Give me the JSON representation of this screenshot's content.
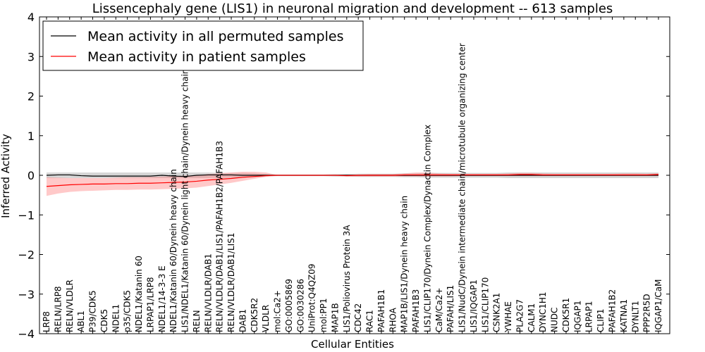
{
  "chart_data": {
    "type": "line",
    "title": "Lissencephaly gene (LIS1) in neuronal migration and development -- 613 samples",
    "xlabel": "Cellular Entities",
    "ylabel": "Inferred Activity",
    "ylim": [
      -4,
      4
    ],
    "yticks": [
      "−4",
      "−3",
      "−2",
      "−1",
      "0",
      "1",
      "2",
      "3",
      "4"
    ],
    "grid": false,
    "legend_position": "upper-left",
    "categories": [
      "LRP8",
      "RELN/LRP8",
      "RELN/VLDLR",
      "ABL1",
      "P39/CDK5",
      "CDK5",
      "NDEL1",
      "p35/CDK5",
      "NDEL1/Katanin 60",
      "LRPAP1/LRP8",
      "NDEL1/14-3-3 E",
      "NDEL1/Katanin 60/Dynein heavy chain",
      "LIS1/NDEL1/Katanin 60/Dynein light chain/Dynein heavy chain",
      "RELN",
      "RELN/VLDLR/DAB1",
      "RELN/VLDLR/DAB1/LIS1/PAFAH1B2/PAFAH1B3",
      "RELN/VLDLR/DAB1/LIS1",
      "DAB1",
      "CDK5R2",
      "VLDLR",
      "mol:Ca2+",
      "GO:0005869",
      "GO:0030286",
      "UniProt:Q4QZ09",
      "mol:PP1",
      "MAP1B",
      "LIS1/Poliovirus Protein 3A",
      "CDC42",
      "RAC1",
      "PAFAH1B1",
      "RHOA",
      "MAP1B/LIS1/Dynein heavy chain",
      "PAFAH1B3",
      "LIS1/CLIP170/Dynein Complex/Dynactin Complex",
      "CaM/Ca2+",
      "PAFAH/LIS1",
      "LIS1/NudC/Dynein intermediate chain/microtubule organizing center",
      "LIS1/IQGAP1",
      "LIS1/CLIP170",
      "CSNK2A1",
      "YWHAE",
      "PLA2G7",
      "CALM1",
      "DYNC1H1",
      "NUDC",
      "CDK5R1",
      "IQGAP1",
      "LRPAP1",
      "CLIP1",
      "PAFAH1B2",
      "KATNA1",
      "DYNLT1",
      "PPP2R5D",
      "IQGAP1/CaM"
    ],
    "series": [
      {
        "name": "Mean activity in all permuted samples",
        "color": "#000000",
        "band_color": "#999999",
        "values": [
          0.0,
          0.01,
          0.01,
          -0.01,
          -0.02,
          -0.02,
          -0.02,
          -0.02,
          -0.02,
          -0.02,
          0.0,
          -0.02,
          -0.03,
          0.0,
          0.01,
          0.01,
          0.01,
          0.0,
          0.0,
          0.0,
          0.0,
          0.0,
          0.0,
          0.0,
          0.0,
          0.0,
          0.0,
          0.0,
          0.0,
          0.0,
          0.0,
          0.0,
          0.0,
          0.0,
          0.0,
          0.0,
          0.0,
          0.0,
          0.0,
          0.0,
          0.0,
          0.0,
          0.0,
          0.0,
          0.0,
          0.0,
          0.0,
          0.0,
          0.0,
          0.0,
          0.0,
          0.0,
          0.0,
          0.0
        ],
        "band_lower": [
          -0.07,
          -0.07,
          -0.07,
          -0.07,
          -0.07,
          -0.07,
          -0.07,
          -0.07,
          -0.07,
          -0.07,
          -0.07,
          -0.07,
          -0.07,
          -0.07,
          -0.07,
          -0.06,
          -0.06,
          -0.06,
          -0.05,
          -0.03,
          -0.02,
          -0.02,
          -0.02,
          -0.02,
          -0.02,
          -0.03,
          -0.03,
          -0.04,
          -0.04,
          -0.04,
          -0.04,
          -0.05,
          -0.05,
          -0.06,
          -0.06,
          -0.06,
          -0.06,
          -0.06,
          -0.06,
          -0.06,
          -0.07,
          -0.07,
          -0.07,
          -0.07,
          -0.07,
          -0.07,
          -0.07,
          -0.07,
          -0.07,
          -0.07,
          -0.07,
          -0.07,
          -0.07,
          -0.07
        ],
        "band_upper": [
          0.07,
          0.07,
          0.07,
          0.07,
          0.07,
          0.07,
          0.07,
          0.07,
          0.07,
          0.07,
          0.07,
          0.07,
          0.07,
          0.07,
          0.07,
          0.06,
          0.06,
          0.06,
          0.05,
          0.03,
          0.02,
          0.02,
          0.02,
          0.02,
          0.02,
          0.03,
          0.03,
          0.04,
          0.04,
          0.04,
          0.04,
          0.05,
          0.05,
          0.06,
          0.06,
          0.06,
          0.06,
          0.06,
          0.06,
          0.06,
          0.07,
          0.07,
          0.07,
          0.07,
          0.07,
          0.07,
          0.07,
          0.07,
          0.07,
          0.07,
          0.07,
          0.07,
          0.07,
          0.07
        ]
      },
      {
        "name": "Mean activity in patient samples",
        "color": "#ff0000",
        "band_color": "#ff7777",
        "values": [
          -0.28,
          -0.26,
          -0.24,
          -0.23,
          -0.22,
          -0.22,
          -0.21,
          -0.21,
          -0.2,
          -0.2,
          -0.19,
          -0.18,
          -0.17,
          -0.15,
          -0.12,
          -0.1,
          -0.08,
          -0.05,
          -0.03,
          -0.01,
          0.0,
          0.0,
          0.0,
          0.0,
          0.0,
          0.0,
          -0.01,
          0.0,
          0.0,
          0.0,
          0.0,
          0.01,
          0.01,
          0.01,
          0.01,
          0.01,
          0.01,
          0.01,
          0.01,
          0.01,
          0.01,
          0.02,
          0.02,
          0.01,
          0.01,
          0.01,
          0.01,
          0.01,
          0.01,
          0.01,
          0.01,
          0.01,
          0.01,
          0.02
        ],
        "band_lower": [
          -0.52,
          -0.46,
          -0.42,
          -0.4,
          -0.39,
          -0.38,
          -0.37,
          -0.37,
          -0.36,
          -0.36,
          -0.35,
          -0.34,
          -0.33,
          -0.31,
          -0.27,
          -0.23,
          -0.19,
          -0.14,
          -0.09,
          -0.04,
          -0.01,
          -0.01,
          -0.01,
          -0.01,
          -0.01,
          -0.01,
          -0.03,
          -0.03,
          -0.03,
          -0.03,
          -0.03,
          -0.03,
          -0.03,
          -0.03,
          -0.03,
          -0.03,
          -0.02,
          -0.02,
          -0.02,
          -0.02,
          -0.02,
          -0.02,
          -0.02,
          -0.02,
          -0.02,
          -0.02,
          -0.02,
          -0.02,
          -0.02,
          -0.02,
          -0.02,
          -0.02,
          -0.02,
          -0.02
        ],
        "band_upper": [
          -0.05,
          -0.06,
          -0.07,
          -0.07,
          -0.07,
          -0.07,
          -0.06,
          -0.05,
          -0.05,
          -0.04,
          -0.03,
          -0.02,
          -0.01,
          0.0,
          0.03,
          0.05,
          0.07,
          0.09,
          0.09,
          0.07,
          0.01,
          0.01,
          0.01,
          0.01,
          0.01,
          0.01,
          0.02,
          0.02,
          0.03,
          0.03,
          0.03,
          0.05,
          0.07,
          0.07,
          0.05,
          0.04,
          0.04,
          0.04,
          0.04,
          0.04,
          0.05,
          0.06,
          0.06,
          0.05,
          0.04,
          0.04,
          0.04,
          0.04,
          0.04,
          0.04,
          0.05,
          0.05,
          0.04,
          0.05
        ]
      }
    ]
  }
}
